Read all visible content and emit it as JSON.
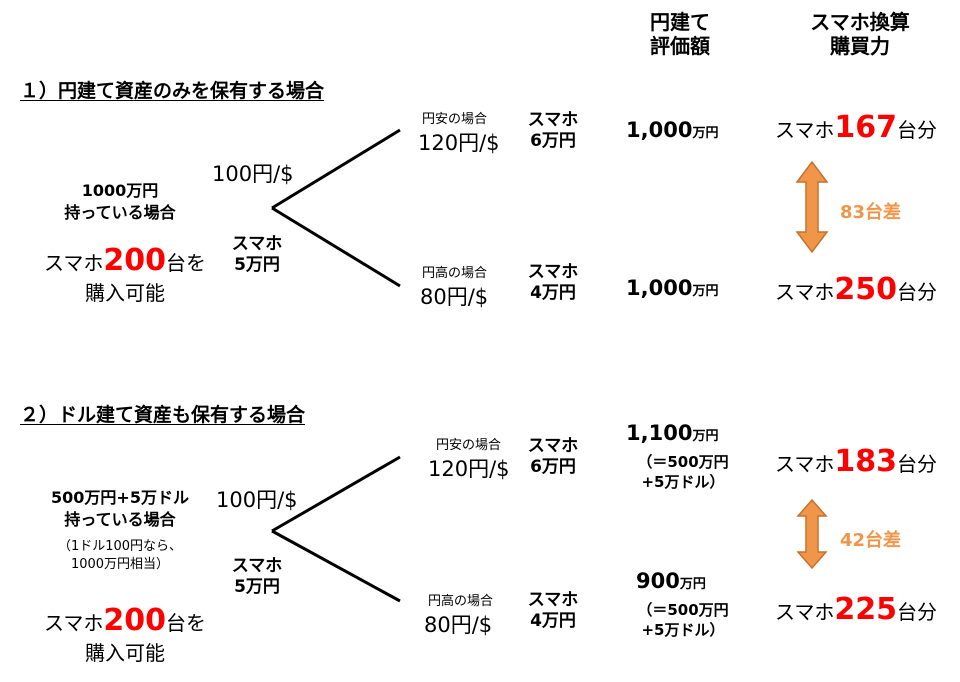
{
  "headers": {
    "col1": [
      "円建て",
      "評価額"
    ],
    "col2": [
      "スマホ換算",
      "購買力"
    ]
  },
  "section1": {
    "title": "１）円建て資産のみを保有する場合",
    "holding": [
      "1000万円",
      "持っている場合"
    ],
    "capacity": {
      "prefix": "スマホ",
      "number": "200",
      "suffix": "台を",
      "line2": "購入可能"
    },
    "base_rate": "100円/$",
    "base_phone": [
      "スマホ",
      "5万円"
    ],
    "weak": {
      "label": "円安の場合",
      "rate": "120円/$",
      "phone": [
        "スマホ",
        "6万円"
      ],
      "value": "1,000",
      "unit": "万円",
      "buy": {
        "prefix": "スマホ",
        "number": "167",
        "suffix": "台分"
      }
    },
    "strong": {
      "label": "円高の場合",
      "rate": "80円/$",
      "phone": [
        "スマホ",
        "4万円"
      ],
      "value": "1,000",
      "unit": "万円",
      "buy": {
        "prefix": "スマホ",
        "number": "250",
        "suffix": "台分"
      }
    },
    "difference": "83台差"
  },
  "section2": {
    "title": "２）ドル建て資産も保有する場合",
    "holding": [
      "500万円+5万ドル",
      "持っている場合"
    ],
    "holding_note": [
      "（1ドル100円なら、",
      "1000万円相当）"
    ],
    "capacity": {
      "prefix": "スマホ",
      "number": "200",
      "suffix": "台を",
      "line2": "購入可能"
    },
    "base_rate": "100円/$",
    "base_phone": [
      "スマホ",
      "5万円"
    ],
    "weak": {
      "label": "円安の場合",
      "rate": "120円/$",
      "phone": [
        "スマホ",
        "6万円"
      ],
      "value": "1,100",
      "unit": "万円",
      "note": [
        "（＝500万円",
        "+5万ドル）"
      ],
      "buy": {
        "prefix": "スマホ",
        "number": "183",
        "suffix": "台分"
      }
    },
    "strong": {
      "label": "円高の場合",
      "rate": "80円/$",
      "phone": [
        "スマホ",
        "4万円"
      ],
      "value": "900",
      "unit": "万円",
      "note": [
        "（＝500万円",
        "+5万ドル）"
      ],
      "buy": {
        "prefix": "スマホ",
        "number": "225",
        "suffix": "台分"
      }
    },
    "difference": "42台差"
  },
  "colors": {
    "highlight": "#ff0000",
    "arrow": "#f0964a",
    "arrow_stroke": "#c8702a"
  }
}
